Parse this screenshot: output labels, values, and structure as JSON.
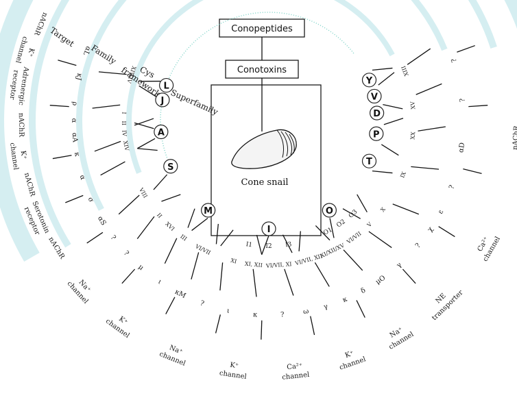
{
  "header": {
    "conopeptides": "Conopeptides",
    "conotoxins": "Conotoxins",
    "cone_snail": "Cone snail"
  },
  "ring_titles": {
    "superfamily": "Superfamily",
    "cys_framework_1": "Cys",
    "cys_framework_2": "framework",
    "family": "Family",
    "target": "Target"
  },
  "superfamilies": [
    "L",
    "J",
    "A",
    "S",
    "M",
    "I",
    "O",
    "T",
    "P",
    "D",
    "V",
    "Y"
  ],
  "cys_frameworks": [
    "XIV",
    "XIV",
    "I",
    "II",
    "IV",
    "XIV",
    "VIII",
    "II",
    "XVI",
    "III",
    "VI/VII",
    "XI",
    "XI, XII",
    "VI/VII, XI",
    "VI/VII, XII",
    "XI/XII/XV",
    "VI/VII",
    "V",
    "X",
    "IX",
    "XX",
    "XV",
    "XIII"
  ],
  "subgroups": [
    "I1",
    "I2",
    "I3",
    "O1",
    "O2",
    "O3"
  ],
  "families": [
    "αL",
    "κJ",
    "ρ",
    "α",
    "αA",
    "κ",
    "α",
    "σ",
    "αS",
    "?",
    "?",
    "μ",
    "ι",
    "κM",
    "?",
    "ι",
    "κ",
    "?",
    "ω",
    "γ",
    "κ",
    "δ",
    "μO",
    "γ",
    "?",
    "χ",
    "ε",
    "?",
    "αD",
    "?",
    "?"
  ],
  "targets": [
    {
      "line1": "nAChR",
      "line2": ""
    },
    {
      "line1": "K⁺",
      "line2": "channel"
    },
    {
      "line1": "Adrenergic",
      "line2": "receptor"
    },
    {
      "line1": "nAChR",
      "line2": ""
    },
    {
      "line1": "K⁺",
      "line2": "channel"
    },
    {
      "line1": "nAChR",
      "line2": ""
    },
    {
      "line1": "Serotonin",
      "line2": "receptor"
    },
    {
      "line1": "nAChR",
      "line2": ""
    },
    {
      "line1": "Na⁺",
      "line2": "channel"
    },
    {
      "line1": "K⁺",
      "line2": "channel"
    },
    {
      "line1": "Na⁺",
      "line2": "channel"
    },
    {
      "line1": "K⁺",
      "line2": "channel"
    },
    {
      "line1": "Ca²⁺",
      "line2": "channel"
    },
    {
      "line1": "K⁺",
      "line2": "channel"
    },
    {
      "line1": "Na⁺",
      "line2": "channel"
    },
    {
      "line1": "NE",
      "line2": "transporter"
    },
    {
      "line1": "Ca²⁺",
      "line2": "channel"
    },
    {
      "line1": "nAChR",
      "line2": ""
    }
  ],
  "colors": {
    "band": "#d5eef1",
    "dotted_ring": "#7ed4c8",
    "stroke": "#111111"
  }
}
